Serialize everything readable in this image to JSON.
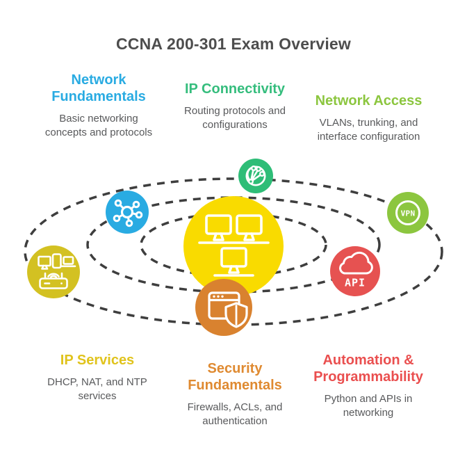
{
  "title": "CCNA 200-301 Exam Overview",
  "topics": [
    {
      "title": "Network Fundamentals",
      "desc": "Basic networking concepts and protocols",
      "color": "#29ABE2"
    },
    {
      "title": "IP Connectivity",
      "desc": "Routing protocols and configurations",
      "color": "#35BD7D"
    },
    {
      "title": "Network Access",
      "desc": "VLANs, trunking, and interface configuration",
      "color": "#8CC63F"
    },
    {
      "title": "IP Services",
      "desc": "DHCP, NAT, and NTP services",
      "color": "#E0C31C"
    },
    {
      "title": "Security Fundamentals",
      "desc": "Firewalls, ACLs, and authentication",
      "color": "#DF8A31"
    },
    {
      "title": "Automation & Programmability",
      "desc": "Python and APIs in networking",
      "color": "#EA4F4F"
    }
  ],
  "orbit": {
    "dash_color": "#3E3E3E",
    "center": {
      "icon": "computer-network-icon",
      "color": "#F9DB00"
    },
    "satellites": [
      {
        "icon": "hub-network-icon",
        "color": "#29ABE2"
      },
      {
        "icon": "globe-network-icon",
        "color": "#2EBD77"
      },
      {
        "icon": "vpn-badge-icon",
        "color": "#8CC63F",
        "label": "VPN"
      },
      {
        "icon": "devices-router-icon",
        "color": "#D3C122"
      },
      {
        "icon": "browser-shield-icon",
        "color": "#D9822F"
      },
      {
        "icon": "cloud-api-icon",
        "color": "#E65251",
        "label": "API"
      }
    ]
  }
}
